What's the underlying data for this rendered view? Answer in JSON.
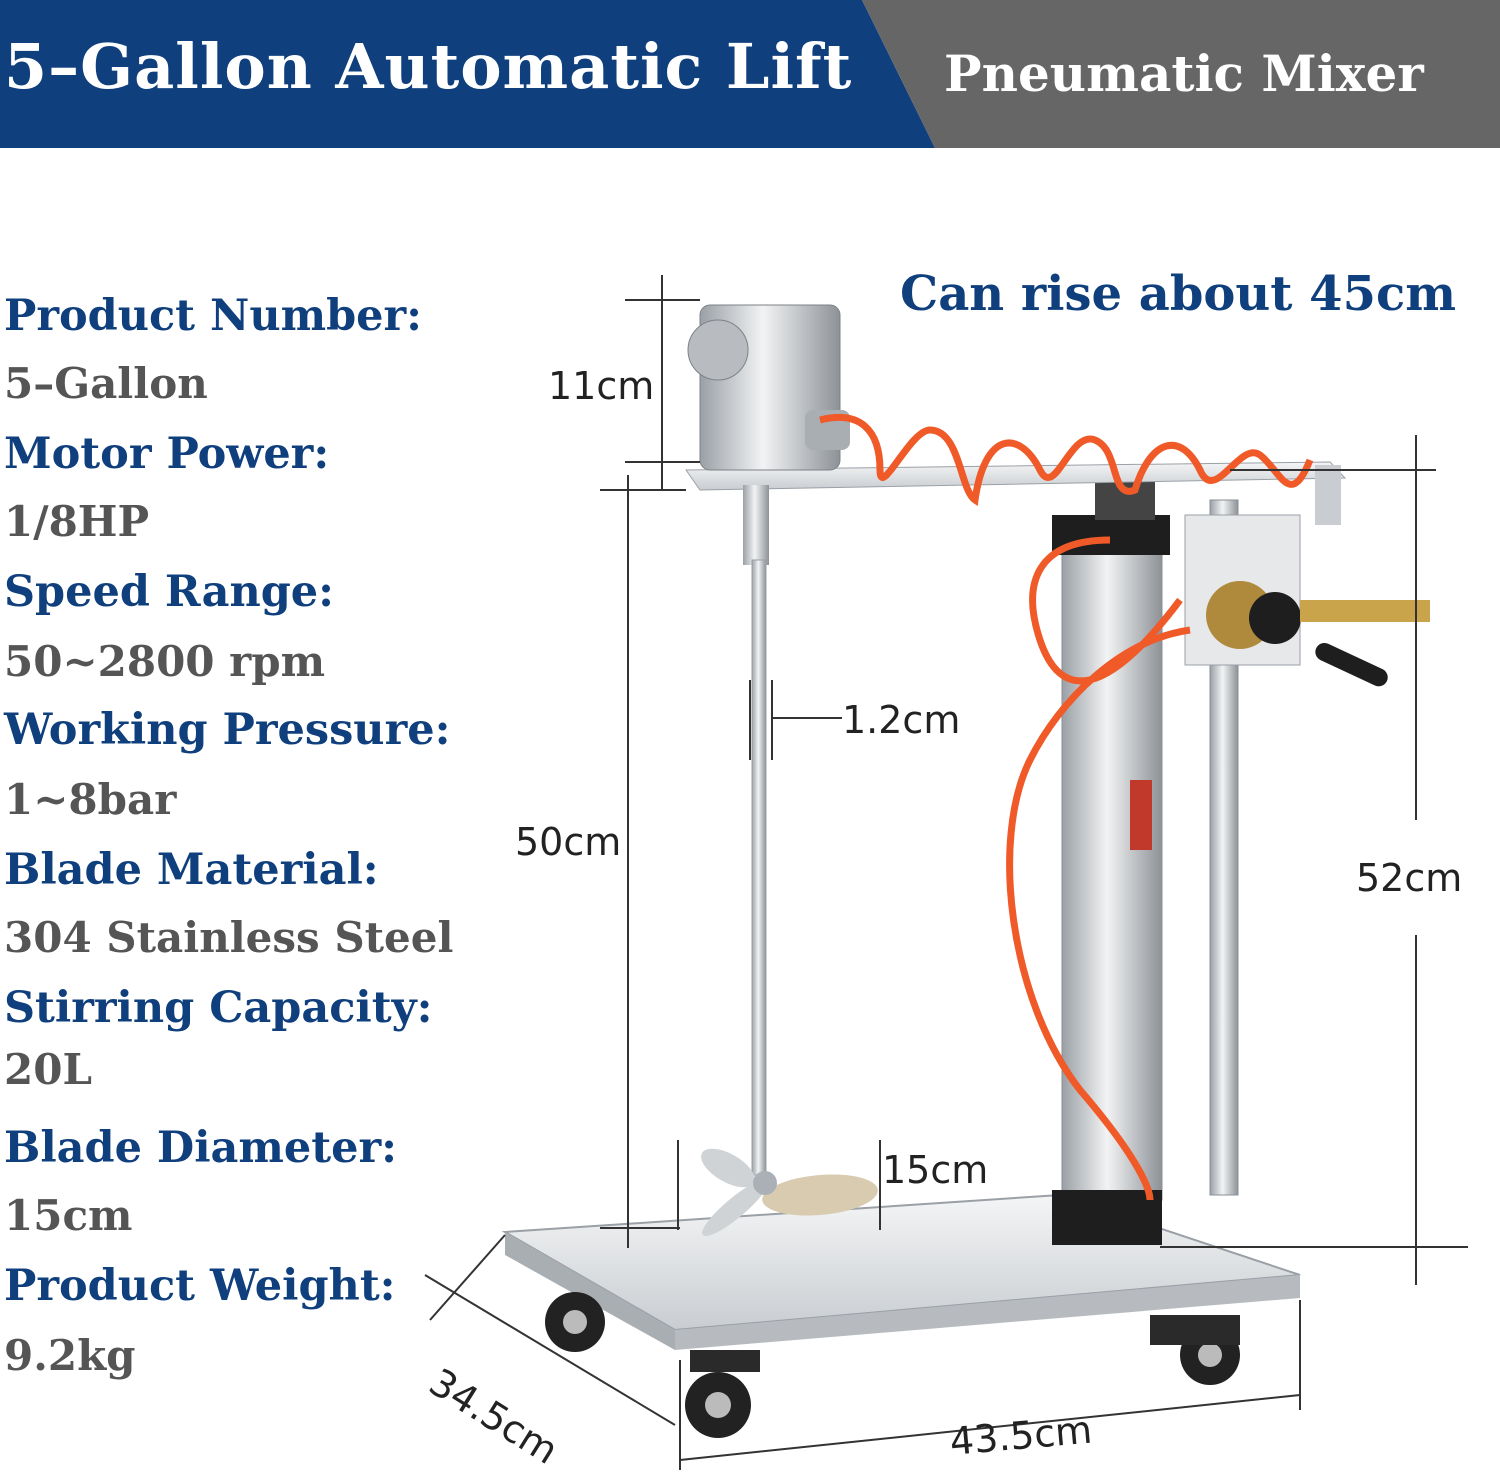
{
  "banner": {
    "title_left": "5–Gallon Automatic Lift",
    "title_right": "Pneumatic Mixer",
    "colors": {
      "left": "#0f3f7d",
      "right": "#666666"
    }
  },
  "rise_note": "Can rise about 45cm",
  "specs": [
    {
      "label": "Product Number:",
      "value": "5–Gallon"
    },
    {
      "label": "Motor Power:",
      "value": "1/8HP"
    },
    {
      "label": "Speed Range:",
      "value": "50~2800 rpm"
    },
    {
      "label": "Working Pressure:",
      "value": "1~8bar"
    },
    {
      "label": "Blade Material:",
      "value": "304 Stainless Steel"
    },
    {
      "label": "Stirring Capacity:",
      "value": "20L"
    },
    {
      "label": "Blade Diameter:",
      "value": "15cm"
    },
    {
      "label": "Product Weight:",
      "value": "9.2kg"
    }
  ],
  "dimensions": {
    "motor_height": "11cm",
    "shaft_diameter": "1.2cm",
    "shaft_length": "50cm",
    "column_height": "52cm",
    "blade_diameter": "15cm",
    "base_depth": "34.5cm",
    "base_width": "43.5cm"
  }
}
